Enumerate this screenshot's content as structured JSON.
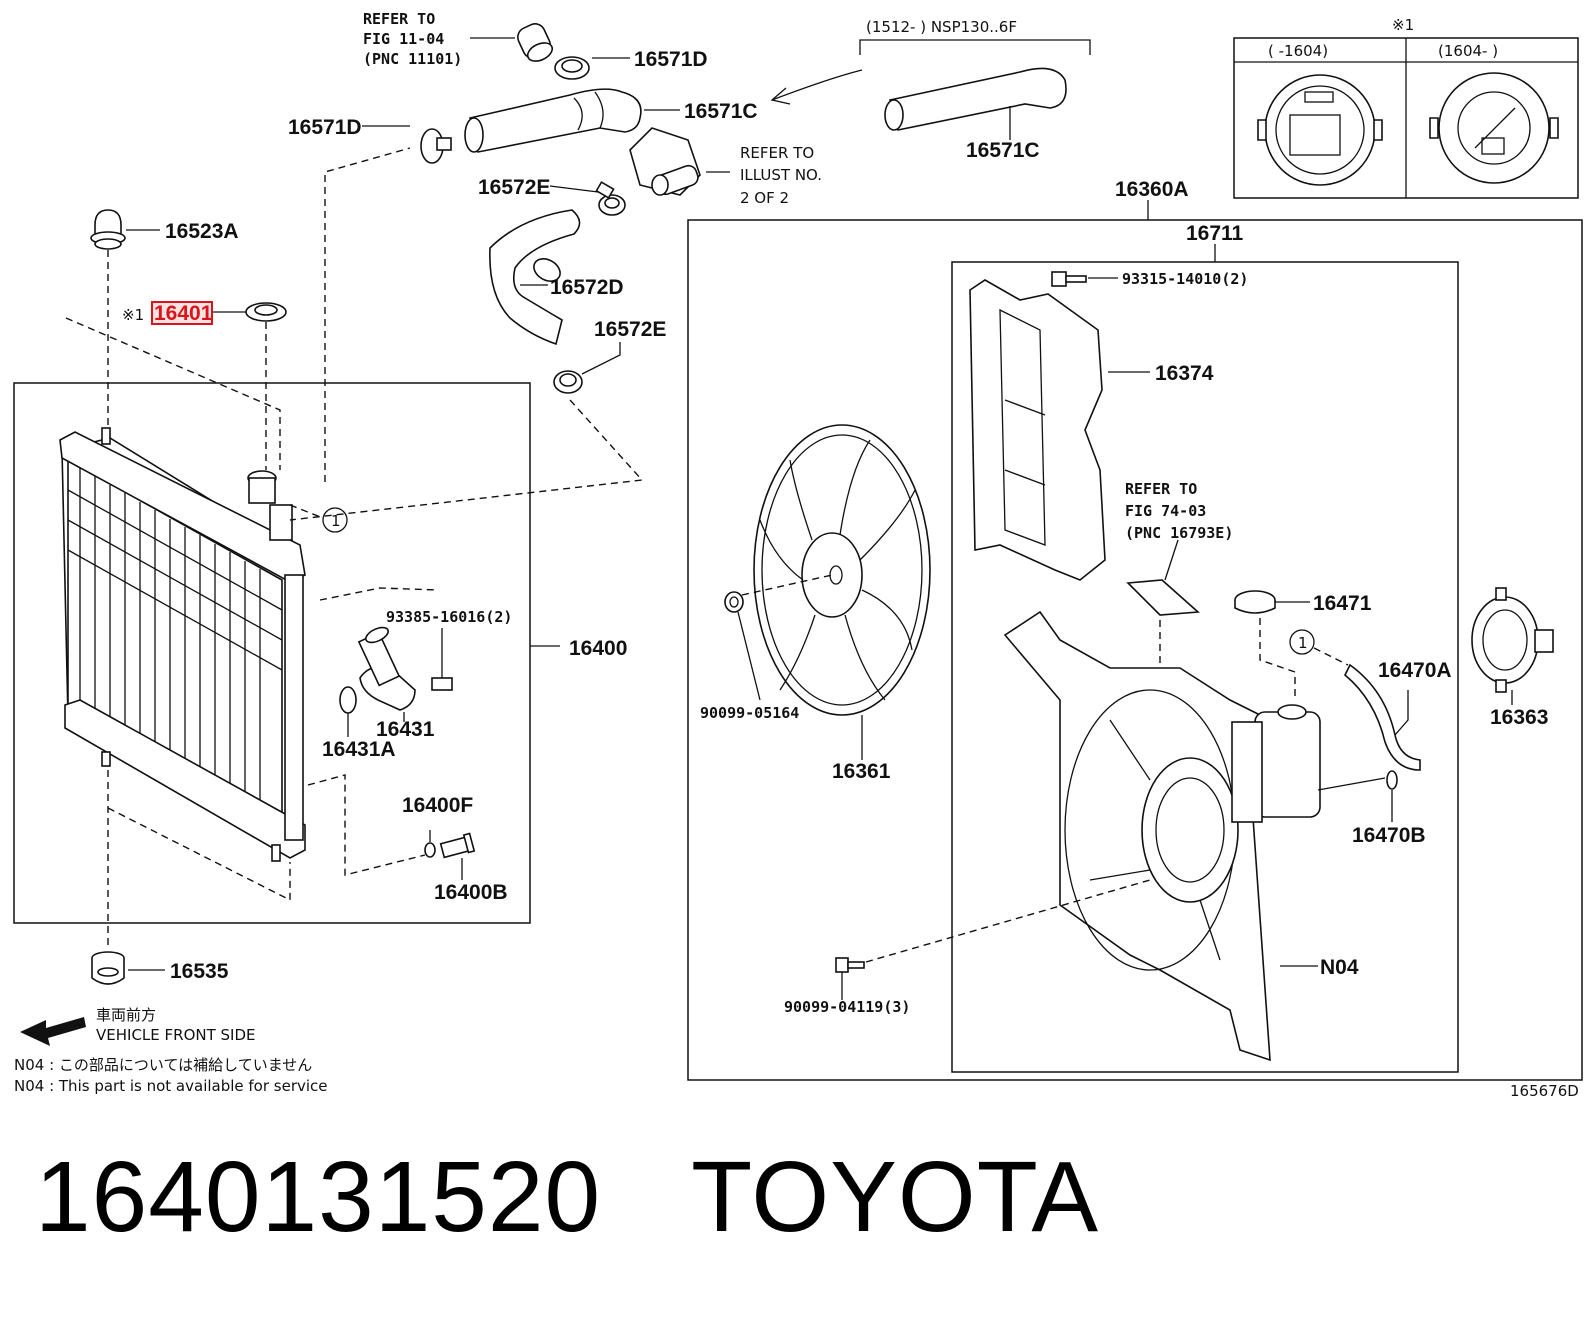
{
  "labels": {
    "refer_fig_11": [
      "REFER TO",
      "FIG 11-04",
      "(PNC 11101)"
    ],
    "p16571D_top": "16571D",
    "p16571C_left": "16571C",
    "p16571D_left": "16571D",
    "p16572E_top": "16572E",
    "refer_illust": [
      "REFER TO",
      "ILLUST NO.",
      "2 OF 2"
    ],
    "p16572D": "16572D",
    "p16572E_bottom": "16572E",
    "p16523A": "16523A",
    "p16401_prefix": "※1",
    "p16401": "16401",
    "p93385": "93385-16016(2)",
    "p16400": "16400",
    "p16431A": "16431A",
    "p16431": "16431",
    "p16400F": "16400F",
    "p16400B": "16400B",
    "p16535": "16535",
    "front_jp": "車両前方",
    "front_en": "VEHICLE FRONT SIDE",
    "note_jp": "N04 : この部品については補給していません",
    "note_en": "N04 : This part is not available for service",
    "nsp_range": "(1512-        ) NSP130..6F",
    "p16571C_right": "16571C",
    "inset_mark": "※1",
    "inset_col1": "(      -1604)",
    "inset_col2": "(1604-      )",
    "p16360A": "16360A",
    "p16711": "16711",
    "p93315": "93315-14010(2)",
    "p16374": "16374",
    "refer_fig_74": [
      "REFER TO",
      "FIG 74-03",
      "(PNC 16793E)"
    ],
    "p16471": "16471",
    "p16470A": "16470A",
    "p16363": "16363",
    "p90099_05164": "90099-05164",
    "p16361": "16361",
    "p16470B": "16470B",
    "pN04": "N04",
    "p90099_04119": "90099-04119(3)",
    "circle_ref": "1",
    "figure_code": "165676D"
  },
  "footer": {
    "part_number": "1640131520",
    "brand": "TOYOTA"
  },
  "highlight_color": "#d9141b"
}
